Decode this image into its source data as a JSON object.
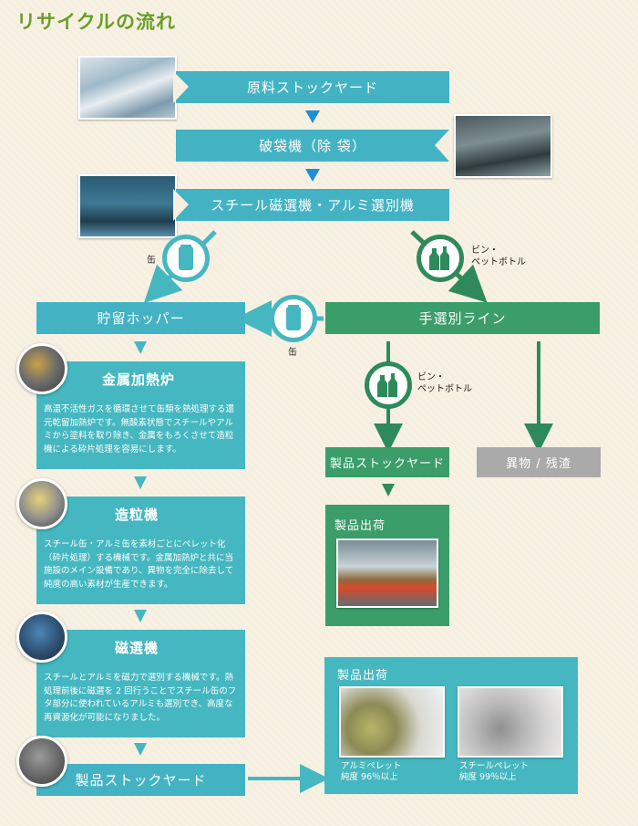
{
  "title": "リサイクルの流れ",
  "steps": {
    "raw_yard": "原料ストックヤード",
    "bag_breaker": "破袋機（除 袋）",
    "sorter": "スチール磁選機・アルミ選別機",
    "storage_hopper": "貯留ホッパー",
    "hand_line": "手選別ライン",
    "product_yard_right": "製品ストックヤード",
    "foreign": "異物 / 残渣"
  },
  "labels": {
    "can_1": "缶",
    "can_2": "缶",
    "bottle_1": "ビン・\nペットボトル",
    "bottle_2": "ビン・\nペットボトル"
  },
  "panels": {
    "heating": {
      "title": "金属加熱炉",
      "desc": "高温不活性ガスを循環させて缶類を熱処理する還元乾留加熱炉です。無酸素状態でスチールやアルミから塗料を取り除き、金属をもろくさせて造粒機による砕片処理を容易にします。"
    },
    "granulator": {
      "title": "造粒機",
      "desc": "スチール缶・アルミ缶を素材ごとにペレット化（砕片処理）する機械です。金属加熱炉と共に当施設のメイン設備であり、異物を完全に除去して純度の高い素材が生産できます。"
    },
    "magnetic": {
      "title": "磁選機",
      "desc": "スチールとアルミを磁力で選別する機械です。熱処理前後に磁選を 2 回行うことでスチール缶のフタ部分に使われているアルミも選別でき、高度な再資源化が可能になりました。"
    },
    "product_yard_left": "製品ストックヤード",
    "shipping_green": "製品出荷",
    "shipping_teal": {
      "title": "製品出荷",
      "aluminum": "アルミペレット\n純度 96％以上",
      "steel": "スチールペレット\n純度 99％以上"
    }
  },
  "icons": {
    "can": "can-icon",
    "bottles": "bottles-icon"
  },
  "colors": {
    "teal": "#43b3c4",
    "green": "#3a9d6a",
    "gray": "#aaaaaa",
    "arrow_blue": "#1f8fd6"
  }
}
